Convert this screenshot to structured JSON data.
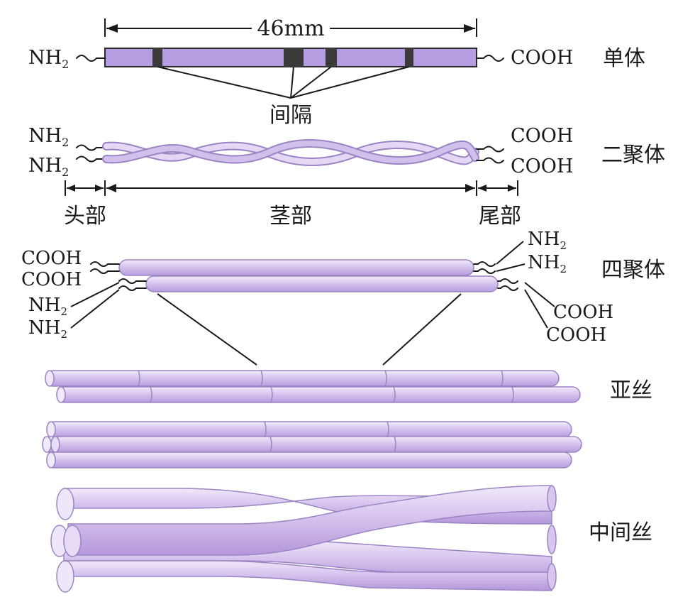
{
  "monomer": {
    "length_label": "46mm",
    "left_end": "NH",
    "left_sub": "2",
    "right_end": "COOH",
    "stage_label": "单体",
    "gap_label": "间隔"
  },
  "dimer": {
    "left_end_1": "NH",
    "left_sub_1": "2",
    "left_end_2": "NH",
    "left_sub_2": "2",
    "right_end_1": "COOH",
    "right_end_2": "COOH",
    "stage_label": "二聚体",
    "head_label": "头部",
    "stem_label": "茎部",
    "tail_label": "尾部"
  },
  "tetramer": {
    "left_top_1": "COOH",
    "left_top_2": "COOH",
    "left_bot_1": "NH",
    "left_bot_sub_1": "2",
    "left_bot_2": "NH",
    "left_bot_sub_2": "2",
    "right_top_1": "NH",
    "right_top_sub_1": "2",
    "right_top_2": "NH",
    "right_top_sub_2": "2",
    "right_bot_1": "COOH",
    "right_bot_2": "COOH",
    "stage_label": "四聚体"
  },
  "protofilament": {
    "stage_label": "亚丝"
  },
  "intermediate_filament": {
    "stage_label": "中间丝"
  },
  "colors": {
    "rod_fill": "#c9b3e6",
    "rod_light": "#ece3f7",
    "rod_edge": "#9a85c4",
    "monomer_fill": "#b69ce0",
    "gap_fill": "#3a3a3a"
  }
}
